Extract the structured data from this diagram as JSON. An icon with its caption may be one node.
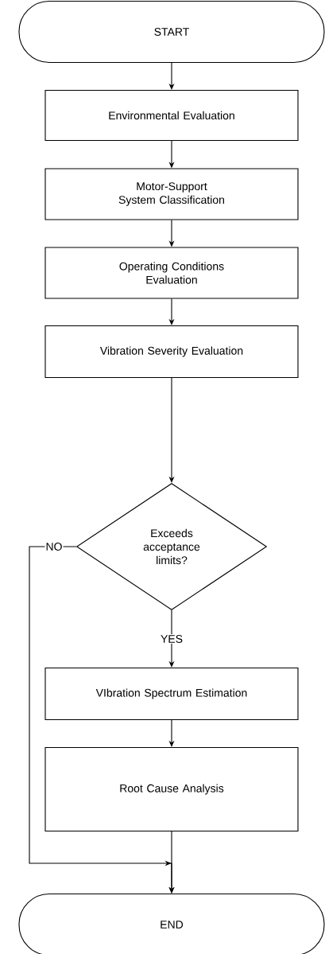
{
  "diagram": {
    "nodes": [
      {
        "text": [
          "START"
        ]
      },
      {
        "text": [
          "Environmental Evaluation"
        ]
      },
      {
        "text": [
          "Motor-Support System Classification"
        ]
      },
      {
        "text": [
          "Operating Conditions Evaluation"
        ]
      },
      {
        "text": [
          "Vibration Severity Evaluation"
        ]
      },
      {
        "text": [
          "Exceeds acceptance limits?"
        ]
      },
      {
        "text": [
          "VIbration Spectrum Estimation"
        ]
      },
      {
        "text": [
          "Root Cause Analysis"
        ]
      },
      {
        "text": [
          "END"
        ]
      }
    ],
    "edges": [
      {
        "from": 0,
        "to": 1,
        "arrow": "to"
      },
      {
        "from": 1,
        "to": 2,
        "arrow": "to"
      },
      {
        "from": 2,
        "to": 3,
        "arrow": "to"
      },
      {
        "from": 3,
        "to": 4,
        "arrow": "to"
      },
      {
        "from": 4,
        "to": 5,
        "arrow": "to"
      },
      {
        "from": 5,
        "to": 6,
        "arrow": "to",
        "label": "YES"
      },
      {
        "from": 6,
        "to": 7,
        "arrow": "to"
      },
      {
        "from": 7,
        "to": 8,
        "arrow": "to"
      },
      {
        "from": 5,
        "to": 8,
        "arrow": "to",
        "label": "NO"
      }
    ]
  }
}
